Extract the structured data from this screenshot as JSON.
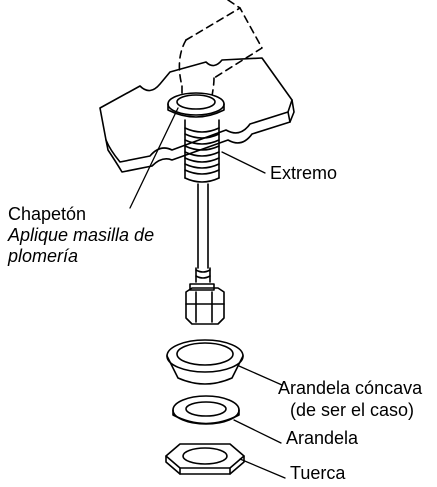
{
  "labels": {
    "extremo": "Extremo",
    "chapeton": "Chapetón",
    "aplique_line1": "Aplique masilla de",
    "aplique_line2": "plomería",
    "arandela_concava": "Arandela cóncava",
    "de_ser_el_caso": "(de ser el caso)",
    "arandela": "Arandela",
    "tuerca": "Tuerca"
  },
  "colors": {
    "stroke": "#000000",
    "background": "#ffffff"
  }
}
